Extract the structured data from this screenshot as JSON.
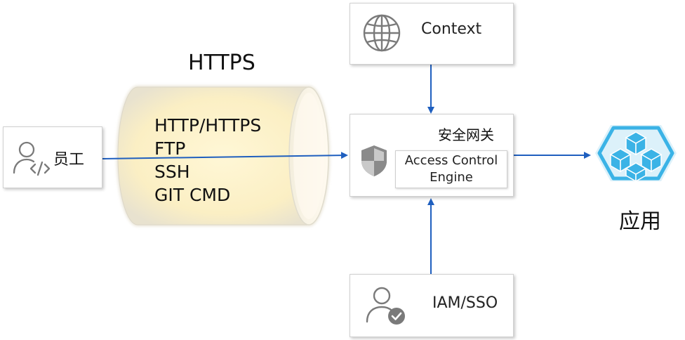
{
  "context": {
    "label": "Context",
    "icon": "globe-icon"
  },
  "gateway": {
    "title": "安全网关",
    "icon": "shield-icon",
    "engine": {
      "line1": "Access Control",
      "line2": "Engine"
    }
  },
  "iam": {
    "label": "IAM/SSO",
    "icon": "user-check-icon"
  },
  "employee": {
    "label": "员工",
    "icon": "developer-user-icon"
  },
  "tunnel": {
    "title": "HTTPS",
    "protocols": [
      "HTTP/HTTPS",
      "FTP",
      "SSH",
      "GIT CMD"
    ]
  },
  "application": {
    "label": "应用",
    "icon": "cube-cluster-icon"
  },
  "colors": {
    "arrow": "#1f5fbf",
    "tunnel_fill": "#fdf3d0",
    "tunnel_edge": "#e6e6e6",
    "app_icon": "#3bb3e6",
    "icon_gray": "#7a7a7a"
  }
}
